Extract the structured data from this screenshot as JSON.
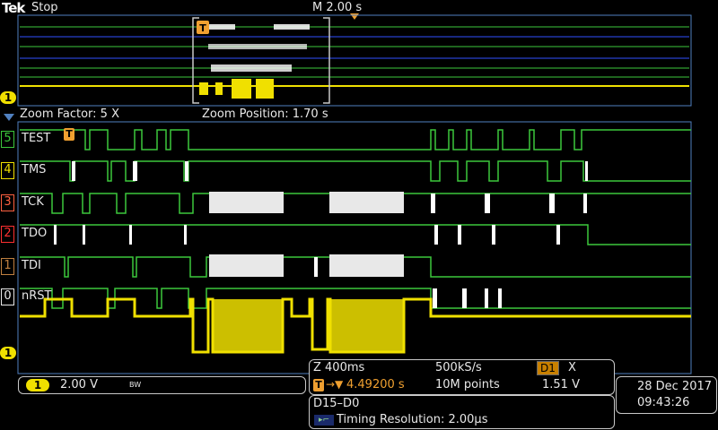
{
  "header": {
    "logo": "Tek",
    "run_state": "Stop",
    "timebase": "M 2.00 s"
  },
  "zoom": {
    "factor": "Zoom Factor: 5 X",
    "position": "Zoom Position: 1.70 s"
  },
  "digital_channels": [
    {
      "number": "5",
      "name": "TEST"
    },
    {
      "number": "4",
      "name": "TMS"
    },
    {
      "number": "3",
      "name": "TCK"
    },
    {
      "number": "2",
      "name": "TDO"
    },
    {
      "number": "1",
      "name": "TDI"
    },
    {
      "number": "0",
      "name": "nRST"
    }
  ],
  "markers": {
    "trigger_letter": "T",
    "ch1_marker": "1"
  },
  "ch1_panel": {
    "badge": "1",
    "scale": "2.00 V",
    "bw_icon": "BW"
  },
  "acq_panel": {
    "zoom_time": "Z 400ms",
    "sample_rate": "500kS/s",
    "trigger_source": "D1",
    "trigger_slope_symbol": "X",
    "trigger_pos": "4.49200 s",
    "record_length": "10M points",
    "trigger_level": "1.51 V"
  },
  "digital_panel": {
    "title": "D15–D0",
    "resolution": "Timing Resolution: 2.00µs"
  },
  "datetime": {
    "date": "28 Dec  2017",
    "time": "09:43:26"
  },
  "colors": {
    "ch1_yellow": "#f0e000",
    "digital_high": "#3cc83c",
    "digital_low": "#3050ff",
    "trigger_orange": "#f0a030",
    "grid_border": "#5080c0"
  }
}
